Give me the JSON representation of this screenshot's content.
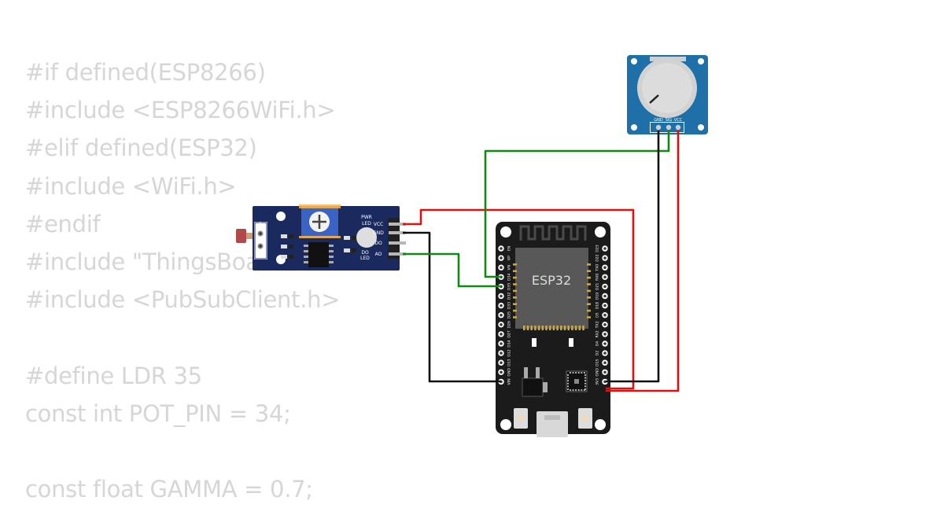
{
  "code_lines": [
    "#if defined(ESP8266)",
    "#include <ESP8266WiFi.h>",
    "#elif defined(ESP32)",
    "#include <WiFi.h>",
    "#endif",
    "#include \"ThingsBoard.h\"",
    "#include <PubSubClient.h>",
    "",
    "#define LDR 35",
    "const int POT_PIN = 34;",
    "",
    "const float GAMMA = 0.7;"
  ],
  "esp32": {
    "chip_label": "ESP32",
    "left_pins": [
      "EN",
      "VP",
      "VN",
      "D34",
      "D35",
      "D32",
      "D33",
      "D25",
      "D26",
      "D27",
      "D14",
      "D12",
      "D13",
      "GND",
      "VIN"
    ],
    "right_pins": [
      "D23",
      "D22",
      "TX0",
      "RX0",
      "D21",
      "D19",
      "D18",
      "D5",
      "TX2",
      "RX2",
      "D4",
      "D2",
      "D15",
      "GND",
      "3V3"
    ]
  },
  "ldr_module": {
    "pins": [
      "VCC",
      "GND",
      "DO",
      "AO"
    ],
    "plus_label": "+",
    "minus_label": "−",
    "pwr_led_label": [
      "PWR",
      "LED"
    ],
    "do_led_label": [
      "DO",
      "LED"
    ]
  },
  "potentiometer": {
    "pins": [
      "GND",
      "SIG",
      "VCC"
    ]
  },
  "colors": {
    "board_pcb": "#1a2a5e",
    "pot_pcb": "#1f6fa8",
    "esp_pcb": "#1b1b1b",
    "wire_power": "#dd1111",
    "wire_ground": "#111111",
    "wire_signal": "#118811",
    "code_text": "#d6d6d6"
  }
}
